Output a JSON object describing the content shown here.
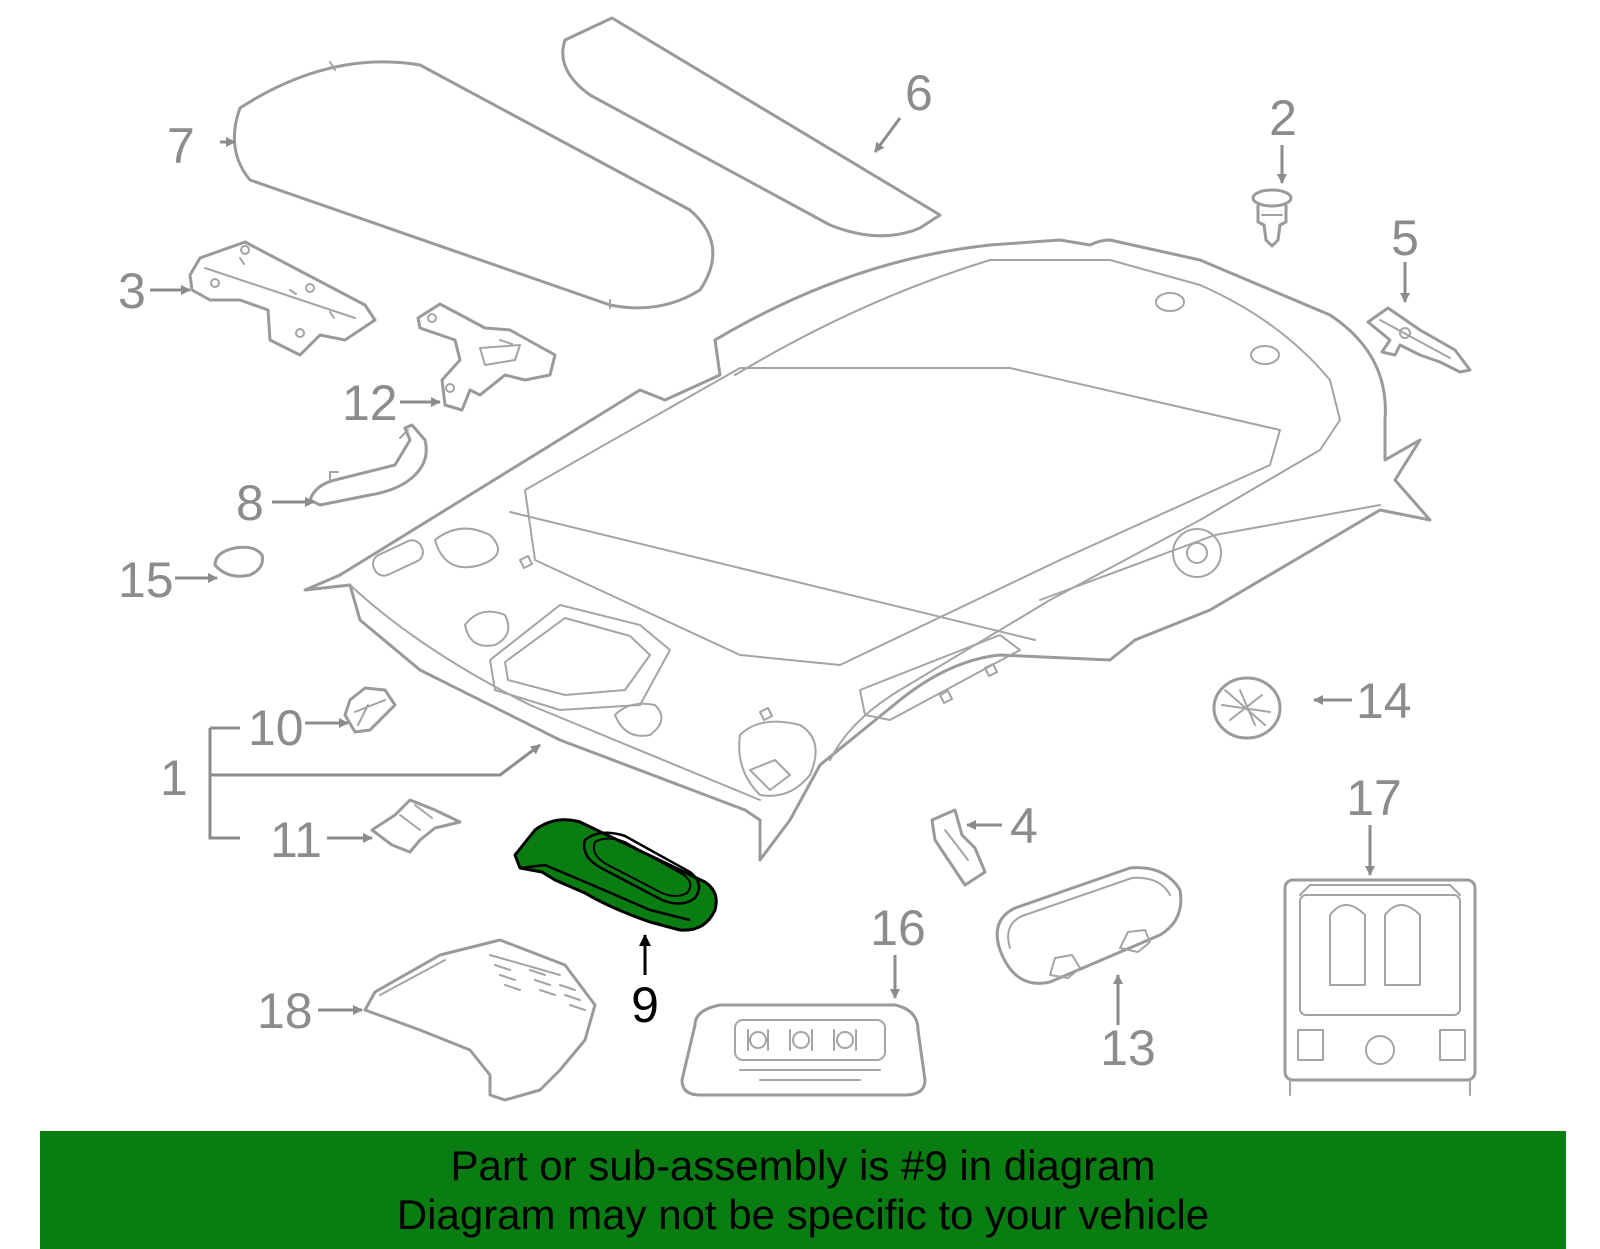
{
  "callouts": {
    "c1": "1",
    "c2": "2",
    "c3": "3",
    "c4": "4",
    "c5": "5",
    "c6": "6",
    "c7": "7",
    "c8": "8",
    "c9": "9",
    "c10": "10",
    "c11": "11",
    "c12": "12",
    "c13": "13",
    "c14": "14",
    "c15": "15",
    "c16": "16",
    "c17": "17",
    "c18": "18"
  },
  "highlight": {
    "part_number": "9",
    "fill_color": "#0a7d12",
    "outline_color": "#000000"
  },
  "banner": {
    "line1": "Part or sub-assembly is #9 in diagram",
    "line2": "Diagram may not be specific to your vehicle",
    "background_color": "#0a7d12"
  }
}
